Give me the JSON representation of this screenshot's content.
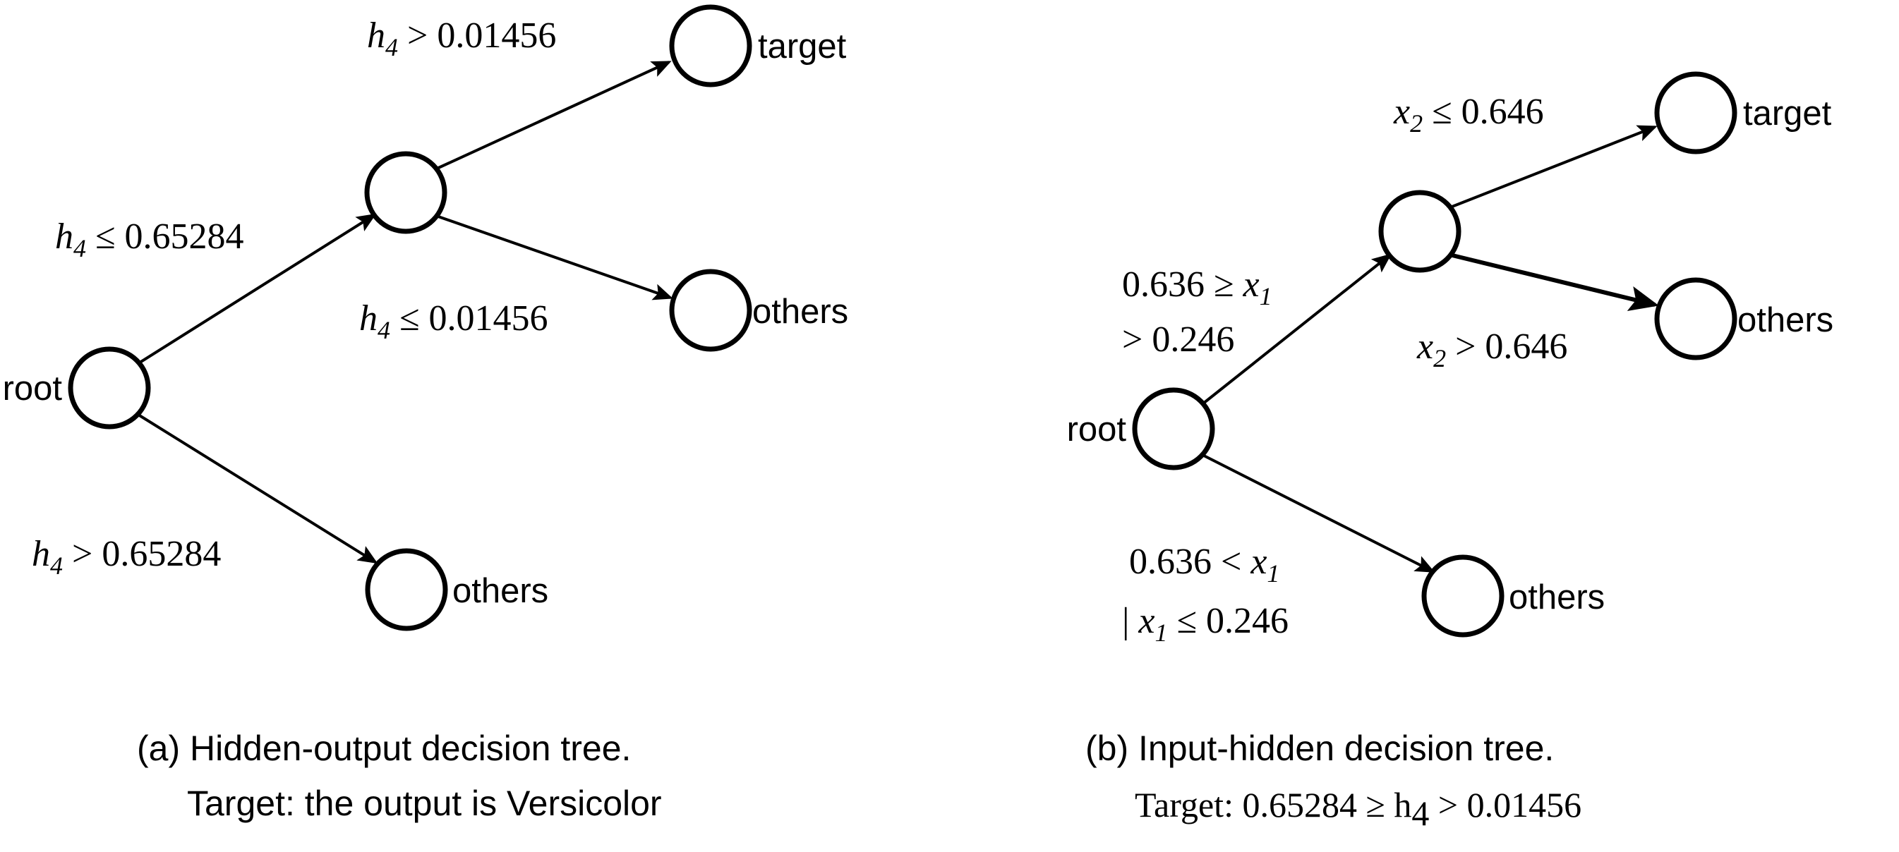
{
  "figure": {
    "background_color": "#ffffff",
    "stroke_color": "#000000",
    "panels": [
      {
        "id": "a",
        "caption_line1": "(a)  Hidden-output decision tree.",
        "caption_line2": "Target: the output  is Versicolor",
        "nodes": {
          "root": "root",
          "internal": "",
          "leaf_target": "target",
          "leaf_others_mid": "others",
          "leaf_others_bottom": "others"
        },
        "edges": {
          "root_to_internal_var": "h",
          "root_to_internal_sub": "4",
          "root_to_internal_rest": " ≤ 0.65284",
          "root_to_leaf_var": "h",
          "root_to_leaf_sub": "4",
          "root_to_leaf_rest": " > 0.65284",
          "internal_to_target_var": "h",
          "internal_to_target_sub": "4",
          "internal_to_target_rest": " > 0.01456",
          "internal_to_others_var": "h",
          "internal_to_others_sub": "4",
          "internal_to_others_rest": " ≤ 0.01456"
        }
      },
      {
        "id": "b",
        "caption_line1": "(b) Input-hidden decision tree.",
        "caption_line2_prefix": "Target: 0.65284 ≥ ",
        "caption_line2_var": "h",
        "caption_line2_sub": "4",
        "caption_line2_suffix": " > 0.01456",
        "nodes": {
          "root": "root",
          "internal": "",
          "leaf_target": "target",
          "leaf_others_mid": "others",
          "leaf_others_bottom": "others"
        },
        "edges": {
          "root_to_internal_line1_prefix": "0.636 ≥ ",
          "root_to_internal_line1_var": "x",
          "root_to_internal_line1_sub": "1",
          "root_to_internal_line2": "> 0.246",
          "root_to_leaf_line1_prefix": "0.636 < ",
          "root_to_leaf_line1_var": "x",
          "root_to_leaf_line1_sub": "1",
          "root_to_leaf_line2_prefix": "| ",
          "root_to_leaf_line2_var": "x",
          "root_to_leaf_line2_sub": "1",
          "root_to_leaf_line2_suffix": " ≤ 0.246",
          "internal_to_target_var": "x",
          "internal_to_target_sub": "2",
          "internal_to_target_rest": " ≤ 0.646",
          "internal_to_others_var": "x",
          "internal_to_others_sub": "2",
          "internal_to_others_rest": " > 0.646"
        }
      }
    ]
  }
}
